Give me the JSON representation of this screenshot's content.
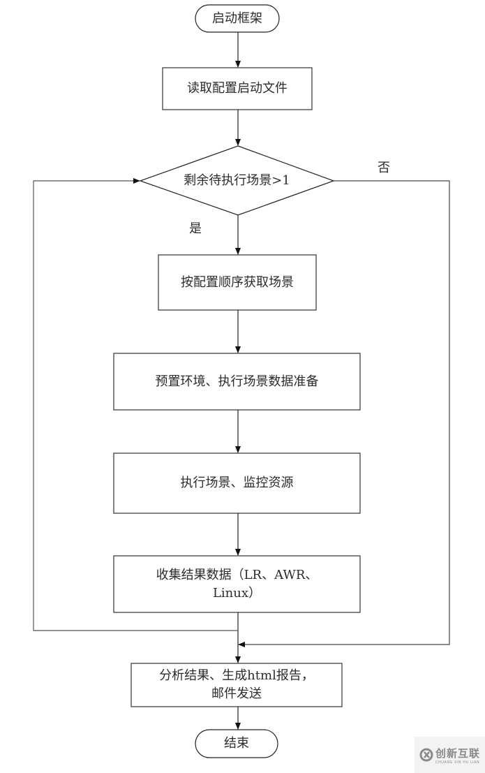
{
  "flowchart": {
    "start": "启动框架",
    "read_config": "读取配置启动文件",
    "decision": "剩余待执行场景>1",
    "yes_label": "是",
    "no_label": "否",
    "get_scene": "按配置顺序获取场景",
    "prepare": "预置环境、执行场景数据准备",
    "execute": "执行场景、监控资源",
    "collect_line1": "收集结果数据（LR、AWR、",
    "collect_line2": "Linux）",
    "report_line1": "分析结果、生成html报告，",
    "report_line2": "邮件发送",
    "end": "结束"
  },
  "watermark": {
    "text": "创新互联",
    "subtext": "CHUANG XIN HU LIAN"
  },
  "colors": {
    "line": "#222222",
    "loop_line": "#555555",
    "text": "#2b2b2b",
    "watermark_bg": "#f3f3f3"
  }
}
